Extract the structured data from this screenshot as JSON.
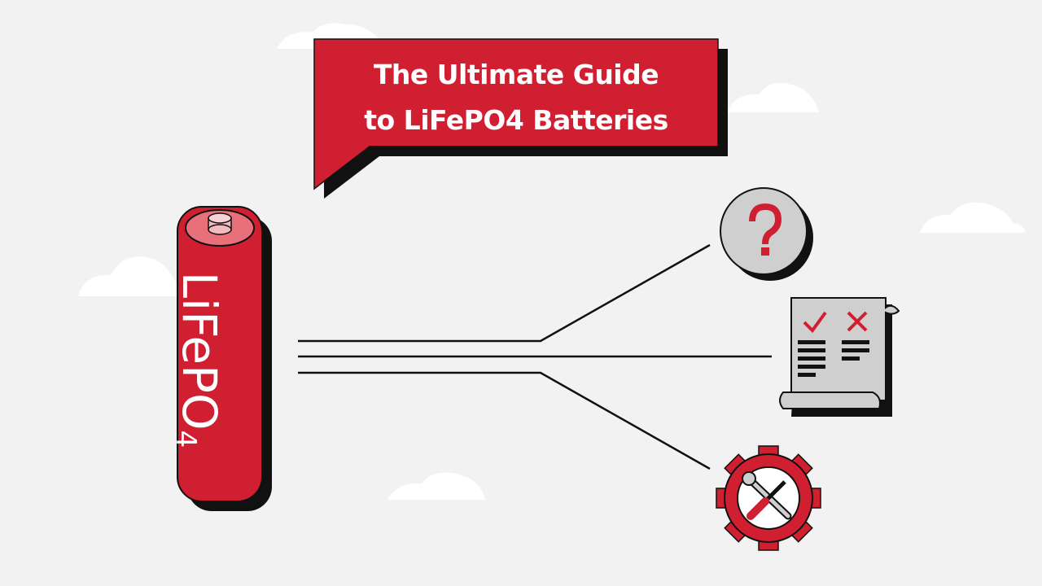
{
  "title": {
    "line1": "The Ultimate Guide",
    "line2": "to LiFePO4 Batteries"
  },
  "battery": {
    "label_main": "LiFePO",
    "label_sub": "4"
  },
  "icons": {
    "question": "question-mark-icon",
    "document": "pros-cons-document-icon",
    "tools": "gear-wrench-screwdriver-icon"
  },
  "colors": {
    "background": "#f2f2f2",
    "accent_red": "#d01f31",
    "dark": "#111111",
    "grey": "#cfcfcf",
    "cloud": "#ffffff"
  }
}
